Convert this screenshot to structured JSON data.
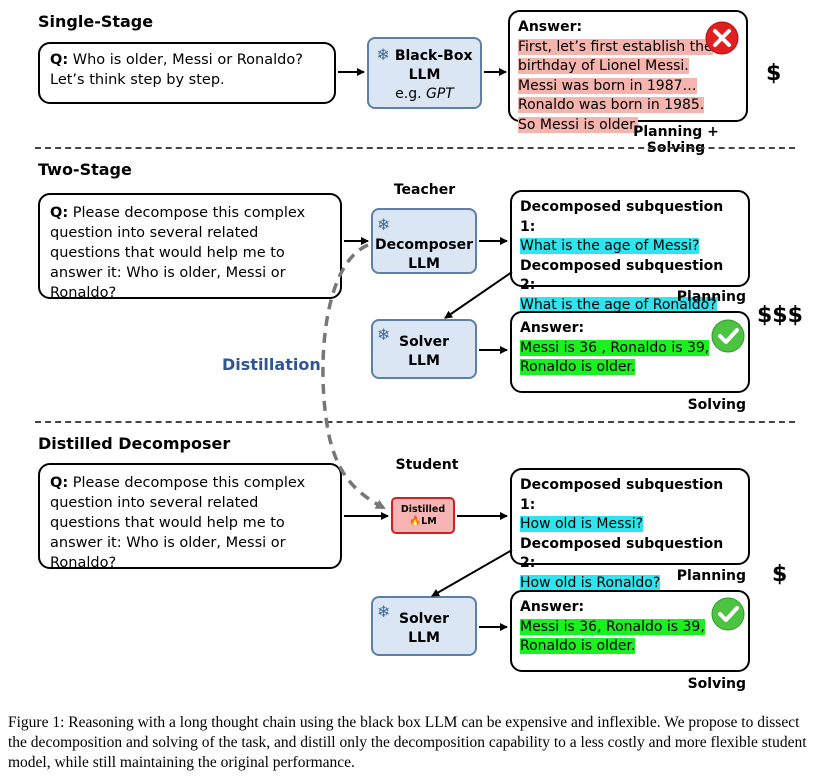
{
  "single": {
    "title": "Single-Stage",
    "question_prefix": "Q:",
    "question": "Who is older, Messi or Ronaldo? Let’s think step by step.",
    "llm_line1": "Black-Box",
    "llm_line2": "LLM",
    "llm_eg": "e.g.",
    "llm_model": "GPT",
    "answer_header": "Answer:",
    "answer_text": "First, let’s first establish the birthday of Lionel Messi. Messi was born in 1987… Ronaldo was born in 1985. So Messi is older.",
    "label": "Planning + Solving",
    "cost": "$"
  },
  "two": {
    "title": "Two-Stage",
    "teacher_label": "Teacher",
    "question_prefix": "Q:",
    "question": "Please decompose this complex question into several related questions that would help me to answer it: Who is older, Messi or Ronaldo?",
    "decomposer_line1": "Decomposer",
    "decomposer_line2": "LLM",
    "sub1_header": "Decomposed subquestion 1:",
    "sub1_text": "What is the age of Messi?",
    "sub2_header": "Decomposed subquestion 2:",
    "sub2_text": "What is the age of Ronaldo?",
    "planning_label": "Planning",
    "solver_line1": "Solver",
    "solver_line2": "LLM",
    "answer_header": "Answer:",
    "answer_text": "Messi is 36 , Ronaldo is 39, Ronaldo is older.",
    "solving_label": "Solving",
    "cost": "$$$"
  },
  "distillation_label": "Distillation",
  "distilled": {
    "title": "Distilled Decomposer",
    "student_label": "Student",
    "question_prefix": "Q:",
    "question": "Please decompose this complex question into several related questions that would help me to answer it: Who is older, Messi or Ronaldo?",
    "model_line1": "Distilled",
    "model_line2": "LM",
    "sub1_header": "Decomposed subquestion 1:",
    "sub1_text": "How old is Messi?",
    "sub2_header": "Decomposed subquestion 2:",
    "sub2_text": "How old is Ronaldo?",
    "planning_label": "Planning",
    "solver_line1": "Solver",
    "solver_line2": "LLM",
    "answer_header": "Answer:",
    "answer_text": "Messi is 36, Ronaldo is 39, Ronaldo is older.",
    "solving_label": "Solving",
    "cost": "$"
  },
  "caption": "Figure 1: Reasoning with a long thought chain using the black box LLM can be expensive and inflexible. We propose to dissect the decomposition and solving of the task, and distill only the decomposition capability to a less costly and more flexible student model, while still maintaining the original performance.",
  "icons": {
    "frozen": "snowflake-icon",
    "trainable": "flame-icon",
    "wrong": "x-mark-icon",
    "correct": "check-mark-icon"
  },
  "colors": {
    "wrong_highlight": "#f5b4ad",
    "correct_highlight": "#19f21f",
    "subquestion_highlight": "#2ee5ef",
    "llm_box": "#dbe6f4",
    "distilled_box": "#f7b4b4",
    "distillation_text": "#2f5597"
  }
}
